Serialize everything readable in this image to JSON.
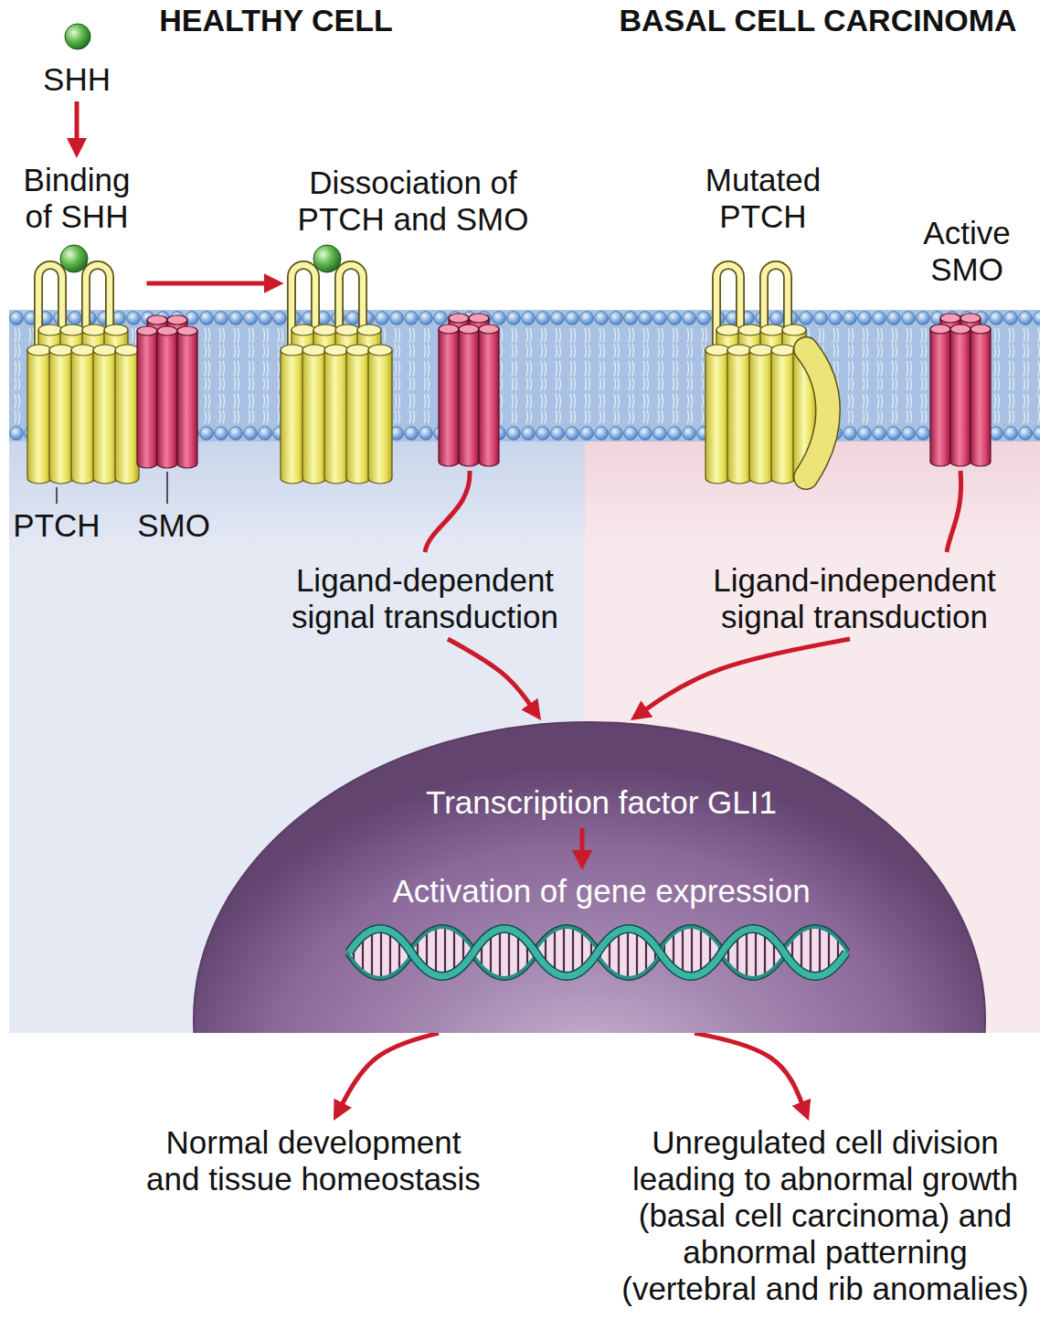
{
  "diagram": {
    "nodes": [
      {
        "text": [
          "SHH"
        ]
      },
      {
        "text": [
          "Binding of SHH"
        ]
      },
      {
        "text": [
          "Dissociation of PTCH and SMO"
        ]
      },
      {
        "text": [
          "Ligand-dependent signal transduction"
        ]
      },
      {
        "text": [
          "Ligand-independent signal transduction"
        ]
      },
      {
        "text": [
          "Transcription factor GLI1",
          "Activation of gene expression"
        ]
      },
      {
        "text": [
          "Normal development and tissue homeostasis"
        ]
      },
      {
        "text": [
          "Unregulated cell division leading to abnormal growth (basal cell carcinoma) and abnormal patterning (vertebral and rib anomalies)"
        ]
      }
    ],
    "edges": [
      {
        "from": 0,
        "to": 1,
        "arrow": "to"
      },
      {
        "from": 1,
        "to": 2,
        "arrow": "to"
      },
      {
        "from": 3,
        "to": 5,
        "arrow": "to"
      },
      {
        "from": 4,
        "to": 5,
        "arrow": "to"
      },
      {
        "from": 5,
        "to": 6,
        "arrow": "to"
      },
      {
        "from": 5,
        "to": 7,
        "arrow": "to"
      }
    ],
    "labels": [
      "HEALTHY CELL",
      "BASAL CELL CARCINOMA",
      "Mutated PTCH",
      "Active SMO",
      "PTCH",
      "SMO"
    ]
  }
}
